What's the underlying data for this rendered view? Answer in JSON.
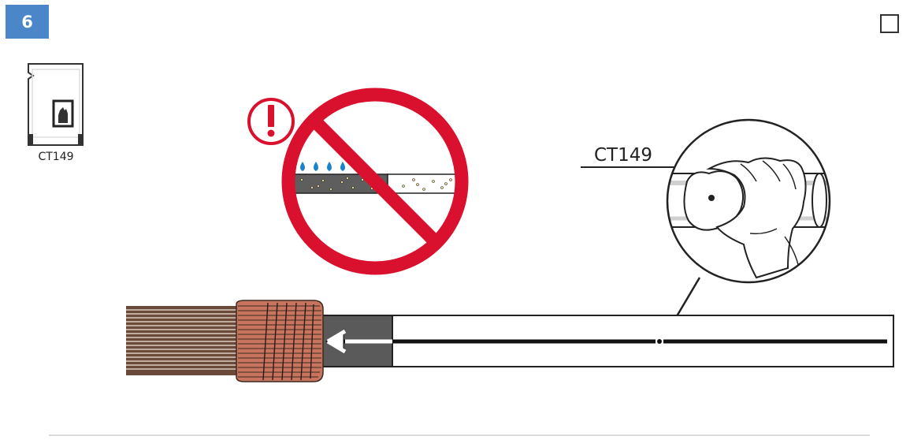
{
  "step": {
    "number": "6"
  },
  "materials": [
    {
      "code": "CT149",
      "icon": "wipe-packet-icon"
    }
  ],
  "callout": {
    "label": "CT149"
  },
  "warning": {
    "icon": "exclamation-warning-icon",
    "prohibition_icon": "no-symbol-icon"
  },
  "colors": {
    "badge": "#4a86c8",
    "prohibition_red": "#d9102e",
    "water_drop": "#1d83c8",
    "copper": "#c8745f",
    "jacket": "#5a5a5a"
  }
}
